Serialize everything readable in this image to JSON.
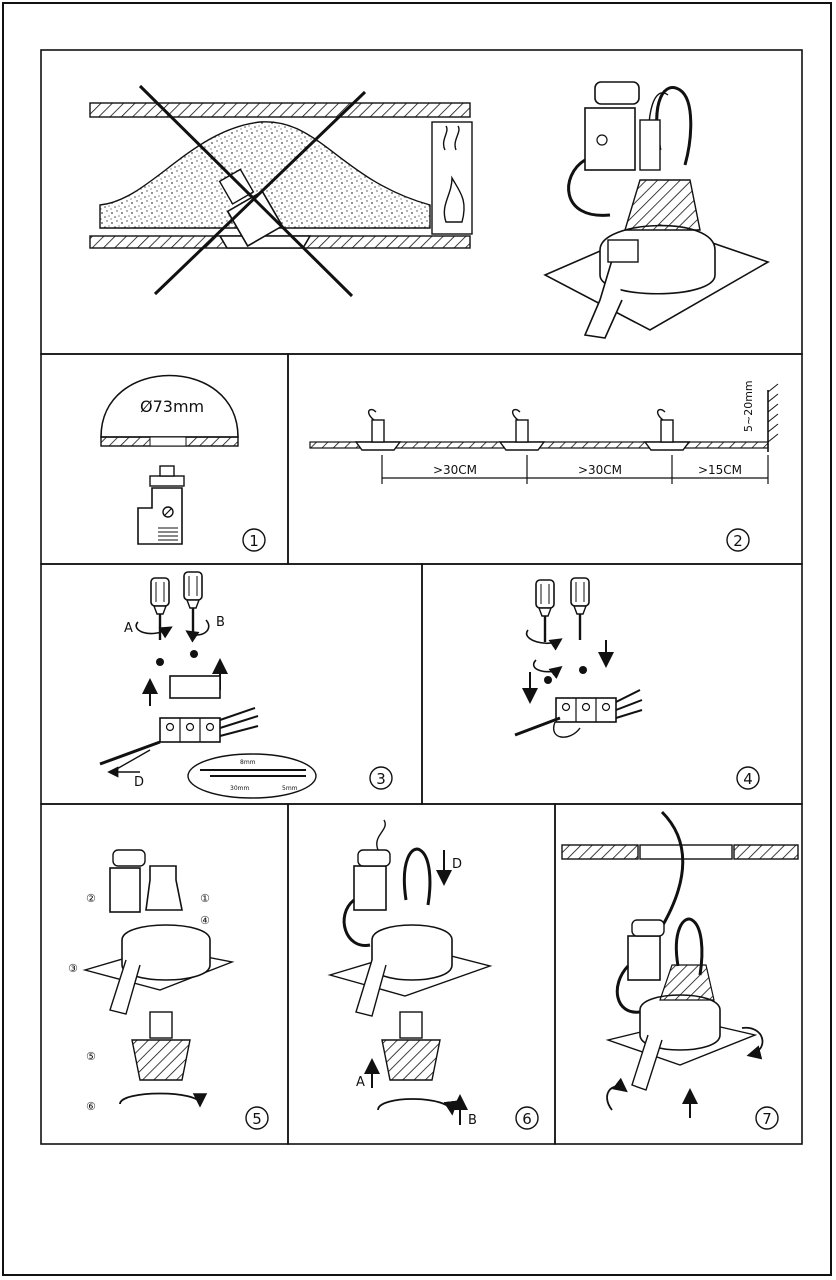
{
  "colors": {
    "ink": "#111111",
    "paper": "#ffffff",
    "speckle": "#555555"
  },
  "panel2": {
    "diameter_label": "Ø73mm",
    "step_number": "1"
  },
  "panel3": {
    "gap_label": "5~20mm",
    "spacing_1": ">30CM",
    "spacing_2": ">30CM",
    "spacing_3": ">15CM",
    "step_number": "2"
  },
  "panel4": {
    "arrow_a": "A",
    "arrow_b": "B",
    "arrow_d": "D",
    "strip_1": "8mm",
    "strip_2": "30mm",
    "strip_3": "5mm",
    "step_number": "3"
  },
  "panel5": {
    "step_number": "4"
  },
  "panel6": {
    "callout_1": "①",
    "callout_2": "②",
    "callout_3": "③",
    "callout_4": "④",
    "callout_5": "⑤",
    "callout_6": "⑥",
    "step_number": "5"
  },
  "panel7": {
    "arrow_a": "A",
    "arrow_b": "B",
    "arrow_d": "D",
    "step_number": "6"
  },
  "panel8": {
    "step_number": "7"
  }
}
